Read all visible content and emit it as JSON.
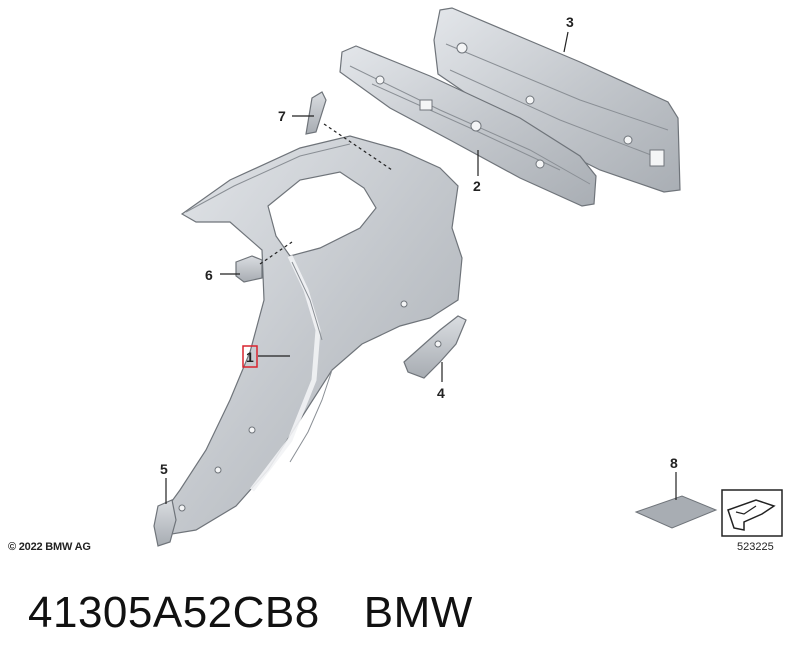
{
  "callouts": [
    "1",
    "2",
    "3",
    "4",
    "5",
    "6",
    "7",
    "8"
  ],
  "highlighted_callout": "1",
  "copyright": "© 2022 BMW AG",
  "reference_number": "523225",
  "footer": {
    "part_number": "41305A52CB8",
    "brand": "BMW"
  },
  "colors": {
    "part_fill": "#c8ccd1",
    "part_stroke": "#6f747a",
    "highlight": "#d9232e",
    "text": "#222222"
  }
}
